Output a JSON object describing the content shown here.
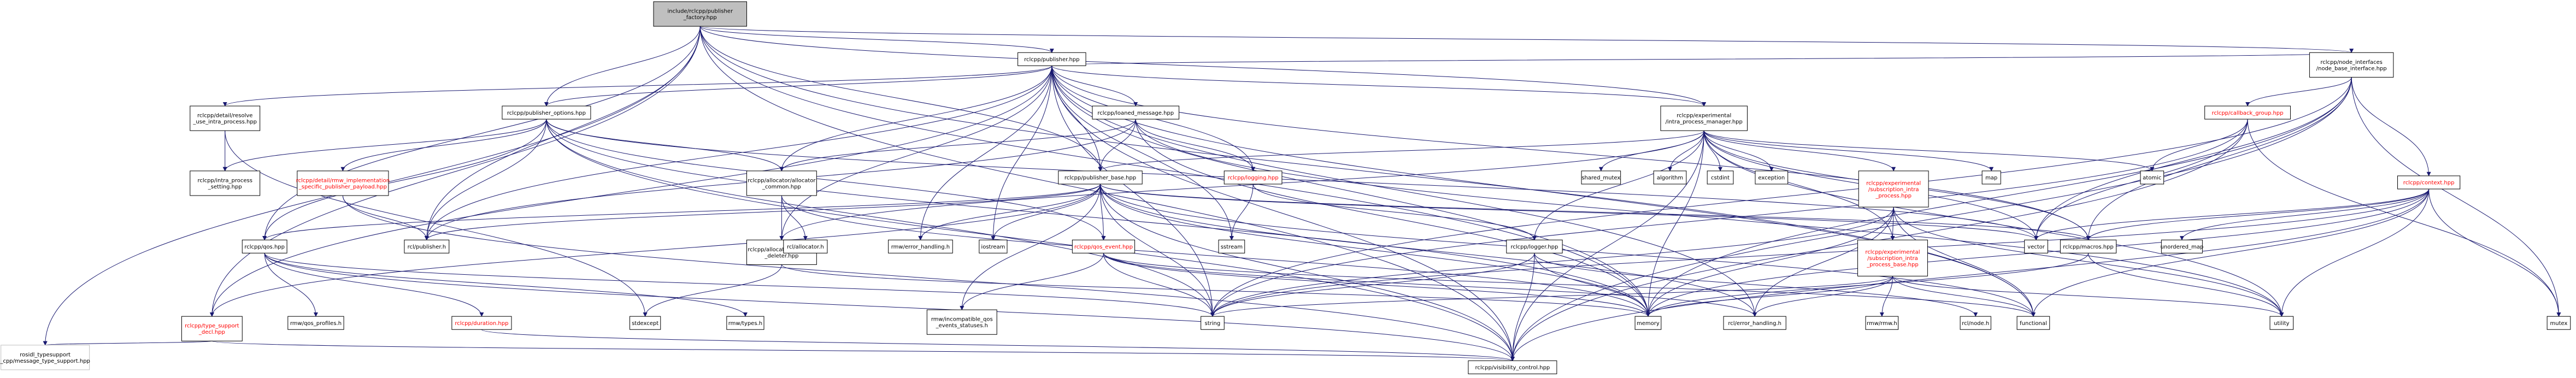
{
  "colors": {
    "edge": "#191970",
    "box_border": "#000000",
    "box_border_missing": "#ff0000",
    "label_red": "#ff0000",
    "root_fill": "#bfbfbf",
    "node_fill": "#ffffff",
    "text": "#000000"
  },
  "nodes": [
    {
      "id": "n_root",
      "lines": [
        "include/rclcpp/publisher",
        "_factory.hpp"
      ],
      "kind": "root"
    },
    {
      "id": "n_publisher_hpp",
      "lines": [
        "rclcpp/publisher.hpp"
      ]
    },
    {
      "id": "n_node_base_interface",
      "lines": [
        "rclcpp/node_interfaces",
        "/node_base_interface.hpp"
      ]
    },
    {
      "id": "n_resolve_use_intra",
      "lines": [
        "rclcpp/detail/resolve",
        "_use_intra_process.hpp"
      ]
    },
    {
      "id": "n_publisher_options",
      "lines": [
        "rclcpp/publisher_options.hpp"
      ]
    },
    {
      "id": "n_loaned_message",
      "lines": [
        "rclcpp/loaned_message.hpp"
      ]
    },
    {
      "id": "n_intra_process_manager",
      "lines": [
        "rclcpp/experimental",
        "/intra_process_manager.hpp"
      ]
    },
    {
      "id": "n_callback_group",
      "lines": [
        "rclcpp/callback_group.hpp"
      ],
      "kind": "red"
    },
    {
      "id": "n_context",
      "lines": [
        "rclcpp/context.hpp"
      ],
      "kind": "red"
    },
    {
      "id": "n_intra_process_setting",
      "lines": [
        "rclcpp/intra_process",
        "_setting.hpp"
      ]
    },
    {
      "id": "n_rmw_impl_payload",
      "lines": [
        "rclcpp/detail/rmw_implementation",
        "_specific_publisher_payload.hpp"
      ],
      "kind": "red"
    },
    {
      "id": "n_allocator_common",
      "lines": [
        "rclcpp/allocator/allocator",
        "_common.hpp"
      ]
    },
    {
      "id": "n_publisher_base",
      "lines": [
        "rclcpp/publisher_base.hpp"
      ]
    },
    {
      "id": "n_logging",
      "lines": [
        "rclcpp/logging.hpp"
      ],
      "kind": "red"
    },
    {
      "id": "n_shared_mutex",
      "lines": [
        "shared_mutex"
      ],
      "kind": "plain"
    },
    {
      "id": "n_algorithm",
      "lines": [
        "algorithm"
      ],
      "kind": "plain"
    },
    {
      "id": "n_cstdint",
      "lines": [
        "cstdint"
      ],
      "kind": "plain"
    },
    {
      "id": "n_exception",
      "lines": [
        "exception"
      ],
      "kind": "plain"
    },
    {
      "id": "n_sub_intra_process",
      "lines": [
        "rclcpp/experimental",
        "/subscription_intra",
        "_process.hpp"
      ],
      "kind": "red"
    },
    {
      "id": "n_map",
      "lines": [
        "map"
      ],
      "kind": "plain"
    },
    {
      "id": "n_atomic",
      "lines": [
        "atomic"
      ],
      "kind": "plain"
    },
    {
      "id": "n_qos",
      "lines": [
        "rclcpp/qos.hpp"
      ]
    },
    {
      "id": "n_rcl_publisher",
      "lines": [
        "rcl/publisher.h"
      ],
      "kind": "plain"
    },
    {
      "id": "n_allocator_deleter",
      "lines": [
        "rclcpp/allocator/allocator",
        "_deleter.hpp"
      ]
    },
    {
      "id": "n_rcl_allocator",
      "lines": [
        "rcl/allocator.h"
      ],
      "kind": "plain"
    },
    {
      "id": "n_rmw_error_handling",
      "lines": [
        "rmw/error_handling.h"
      ],
      "kind": "plain"
    },
    {
      "id": "n_iostream",
      "lines": [
        "iostream"
      ],
      "kind": "plain"
    },
    {
      "id": "n_qos_event",
      "lines": [
        "rclcpp/qos_event.hpp"
      ],
      "kind": "red"
    },
    {
      "id": "n_sstream",
      "lines": [
        "sstream"
      ],
      "kind": "plain"
    },
    {
      "id": "n_logger",
      "lines": [
        "rclcpp/logger.hpp"
      ]
    },
    {
      "id": "n_sub_intra_process_base",
      "lines": [
        "rclcpp/experimental",
        "/subscription_intra",
        "_process_base.hpp"
      ],
      "kind": "red"
    },
    {
      "id": "n_vector",
      "lines": [
        "vector"
      ],
      "kind": "plain"
    },
    {
      "id": "n_macros",
      "lines": [
        "rclcpp/macros.hpp"
      ]
    },
    {
      "id": "n_unordered_map",
      "lines": [
        "unordered_map"
      ],
      "kind": "plain"
    },
    {
      "id": "n_rmw_qos_profiles",
      "lines": [
        "rmw/qos_profiles.h"
      ],
      "kind": "plain"
    },
    {
      "id": "n_rmw_types",
      "lines": [
        "rmw/types.h"
      ],
      "kind": "plain"
    },
    {
      "id": "n_duration",
      "lines": [
        "rclcpp/duration.hpp"
      ],
      "kind": "red"
    },
    {
      "id": "n_rmw_incompatible",
      "lines": [
        "rmw/incompatible_qos",
        "_events_statuses.h"
      ],
      "kind": "plain"
    },
    {
      "id": "n_stdexcept",
      "lines": [
        "stdexcept"
      ],
      "kind": "plain"
    },
    {
      "id": "n_string",
      "lines": [
        "string"
      ],
      "kind": "plain"
    },
    {
      "id": "n_memory",
      "lines": [
        "memory"
      ],
      "kind": "plain"
    },
    {
      "id": "n_rcl_error_handling",
      "lines": [
        "rcl/error_handling.h"
      ],
      "kind": "plain"
    },
    {
      "id": "n_rmw_rmw",
      "lines": [
        "rmw/rmw.h"
      ],
      "kind": "plain"
    },
    {
      "id": "n_rcl_node",
      "lines": [
        "rcl/node.h"
      ],
      "kind": "plain"
    },
    {
      "id": "n_functional",
      "lines": [
        "functional"
      ],
      "kind": "plain"
    },
    {
      "id": "n_utility",
      "lines": [
        "utility"
      ],
      "kind": "plain"
    },
    {
      "id": "n_mutex",
      "lines": [
        "mutex"
      ],
      "kind": "plain"
    },
    {
      "id": "n_type_support_decl",
      "lines": [
        "rclcpp/type_support",
        "_decl.hpp"
      ],
      "kind": "red"
    },
    {
      "id": "n_rosidl_type_support",
      "lines": [
        "rosidl_typesupport",
        "_cpp/message_type_support.hpp"
      ],
      "kind": "gray"
    },
    {
      "id": "n_visibility_control",
      "lines": [
        "rclcpp/visibility_control.hpp"
      ]
    }
  ]
}
